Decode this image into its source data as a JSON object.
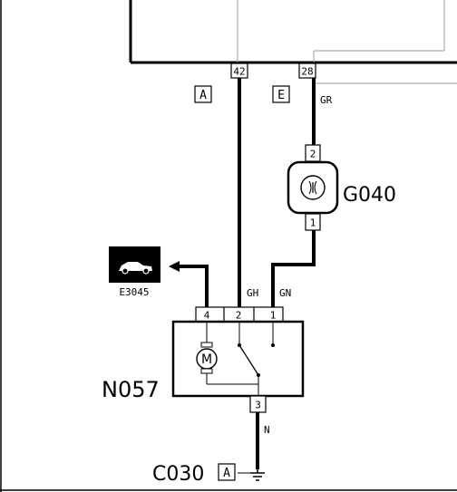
{
  "connector_labels": {
    "ecu_pin_42": "42",
    "ecu_pin_28": "28",
    "switch_pin_4": "4",
    "switch_pin_2": "2",
    "switch_pin_1": "1",
    "switch_pin_3": "3",
    "g040_pin_2": "2",
    "g040_pin_1": "1"
  },
  "boxed_letters": {
    "connector_a": "A",
    "connector_e": "E",
    "ground_a": "A"
  },
  "wire_colors": {
    "wire_gr": "GR",
    "wire_gh": "GH",
    "wire_gn": "GN",
    "wire_n": "N"
  },
  "components": {
    "g040": "G040",
    "n057": "N057",
    "c030": "C030",
    "e3045": "E3045",
    "motor": "M"
  },
  "icons": {
    "car_trunk": "car-trunk-icon",
    "motor": "motor-icon",
    "ground": "ground-icon",
    "arrow": "arrow-left-icon"
  },
  "colors": {
    "line": "#000000",
    "background": "#ffffff",
    "thin_line": "#999999"
  }
}
